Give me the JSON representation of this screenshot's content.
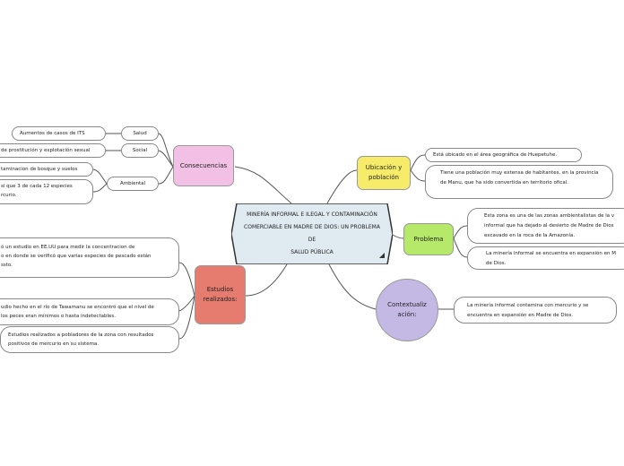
{
  "center": {
    "line1": "MINERÍA INFORMAL E ILEGAL Y CONTAMINACIÓN",
    "line2": "COMERCIABLE EN MADRE DE DIOS: UN PROBLEMA DE",
    "line3": "SALUD PÚBLICA"
  },
  "consecuencias": {
    "title": "Consecuencias",
    "salud": {
      "label": "Salud",
      "item": "Aumentos de casos de ITS"
    },
    "social": {
      "label": "Social",
      "item": "de prostitución y explotación sexual"
    },
    "ambiental": {
      "label": "Ambiental",
      "item1": "taminacion de bosque y suelos",
      "item2": "si que 3 de cada 12 especies",
      "item2b": "rcurio."
    }
  },
  "estudios": {
    "title": "Estudios realizados:",
    "item1": "ó un estudio en EE.UU para medir la concentracion de",
    "item1b": "o en donde se verificó que varias especies de pescado están",
    "item1c": "ssto.",
    "item2": "udio hecho en el río de Tawamanu se encontró que el nivel de",
    "item2b": "los peces eran mínimos o hasta indetectables.",
    "item3": "Estudios realizados a pobladores de la zona con resultados",
    "item3b": "positivos de mercurio en su sistema."
  },
  "ubicacion": {
    "title": "Ubicación y población",
    "item1": "Está ubicado en el área geográfica de Huepetuhe.",
    "item2": "Tiene una población muy extensa de habitantes, en la provincia de Manu, que ha sido convertida en territorio ofical."
  },
  "problema": {
    "title": "Problema",
    "item1a": "Esta zona es una de las zonas ambientalistas de la v",
    "item1b": "informal que ha dejado al desierto de Madre de Dios",
    "item1c": "excavado en la roca de la Amazonía.",
    "item2a": "La minería informal se encuentra en expansión en M",
    "item2b": "de Dios."
  },
  "contextualizacion": {
    "title": "Contextualiz ación:",
    "item": "La minería informal contamina con mercurio y se encuentra en expansión en Madre de Dios."
  },
  "colors": {
    "center": "#dfeaf1",
    "consecuencias": "#f1c0e4",
    "estudios": "#e67b6f",
    "ubicacion": "#f7ec6a",
    "problema": "#b6e86a",
    "contextualizacion": "#c4b9e5",
    "line": "#555555"
  }
}
